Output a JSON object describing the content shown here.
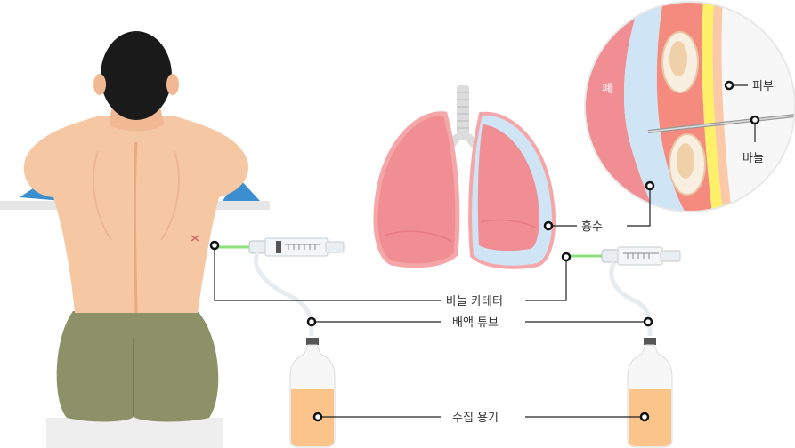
{
  "labels": {
    "skin": "피부",
    "needle": "바늘",
    "lung": "폐",
    "pleural_fluid": "흉수",
    "needle_catheter": "바늘 카테터",
    "drainage_tube": "배액 튜브",
    "collection_container": "수집 용기"
  },
  "colors": {
    "skin": "#f6c7a3",
    "skin_shade": "#e9a985",
    "hair": "#1a1a1a",
    "pants": "#8c9168",
    "lung_fill": "#f08e93",
    "lung_outline": "#f4a6a8",
    "fluid_blue": "#cfe4f5",
    "trachea": "#dcdcdc",
    "bag_liquid": "#fbc48b",
    "support_blue": "#3b8fd0",
    "line": "#222222"
  }
}
